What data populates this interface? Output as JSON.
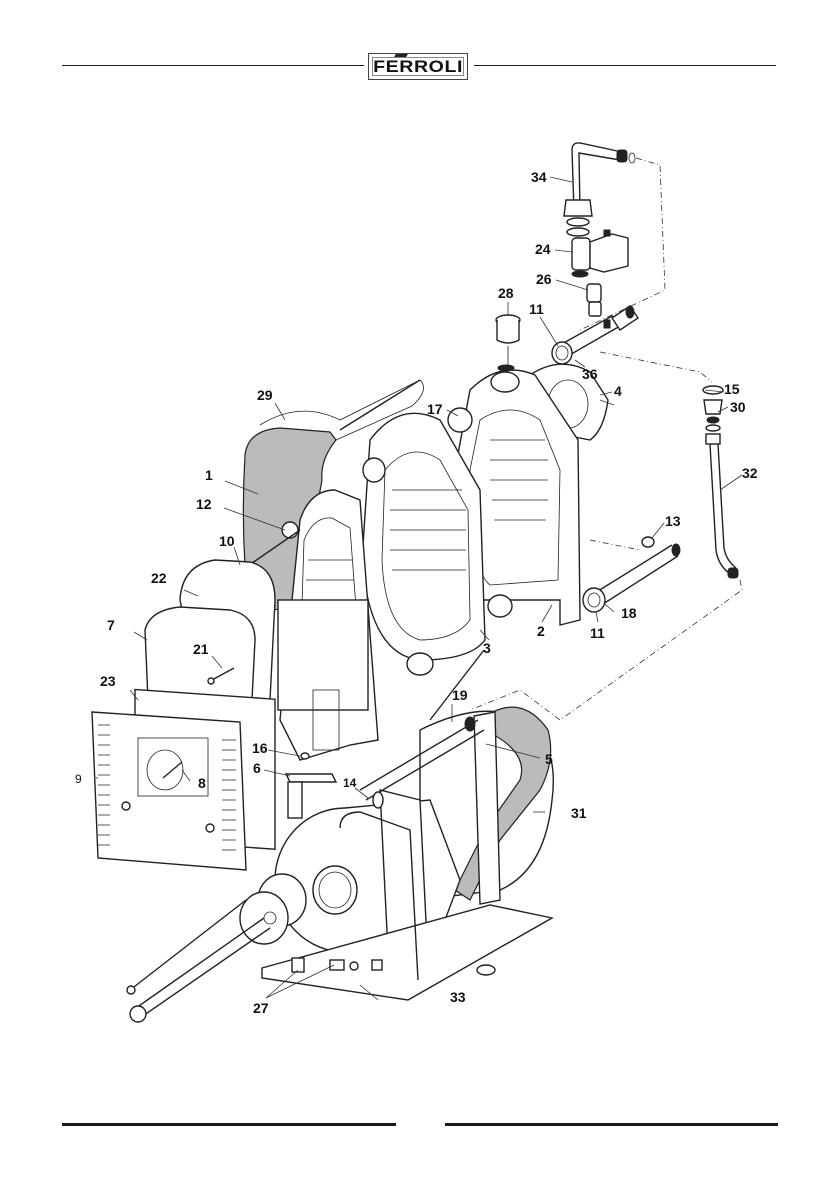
{
  "header": {
    "brand_logo_text": "FERROLI"
  },
  "diagram": {
    "title": "Exploded view of boiler assembly",
    "callouts": [
      {
        "id": "34",
        "label": "34"
      },
      {
        "id": "24",
        "label": "24"
      },
      {
        "id": "26",
        "label": "26"
      },
      {
        "id": "28",
        "label": "28"
      },
      {
        "id": "11a",
        "label": "11"
      },
      {
        "id": "36",
        "label": "36"
      },
      {
        "id": "15",
        "label": "15"
      },
      {
        "id": "30",
        "label": "30"
      },
      {
        "id": "4",
        "label": "4"
      },
      {
        "id": "29",
        "label": "29"
      },
      {
        "id": "17",
        "label": "17"
      },
      {
        "id": "32",
        "label": "32"
      },
      {
        "id": "1",
        "label": "1"
      },
      {
        "id": "12",
        "label": "12"
      },
      {
        "id": "13",
        "label": "13"
      },
      {
        "id": "10",
        "label": "10"
      },
      {
        "id": "22",
        "label": "22"
      },
      {
        "id": "18",
        "label": "18"
      },
      {
        "id": "7",
        "label": "7"
      },
      {
        "id": "2",
        "label": "2"
      },
      {
        "id": "11b",
        "label": "11"
      },
      {
        "id": "21",
        "label": "21"
      },
      {
        "id": "3",
        "label": "3"
      },
      {
        "id": "23",
        "label": "23"
      },
      {
        "id": "19",
        "label": "19"
      },
      {
        "id": "16",
        "label": "16"
      },
      {
        "id": "5",
        "label": "5"
      },
      {
        "id": "9",
        "label": "9"
      },
      {
        "id": "6",
        "label": "6"
      },
      {
        "id": "8",
        "label": "8"
      },
      {
        "id": "14",
        "label": "14"
      },
      {
        "id": "31",
        "label": "31"
      },
      {
        "id": "27",
        "label": "27"
      },
      {
        "id": "33",
        "label": "33"
      }
    ]
  }
}
